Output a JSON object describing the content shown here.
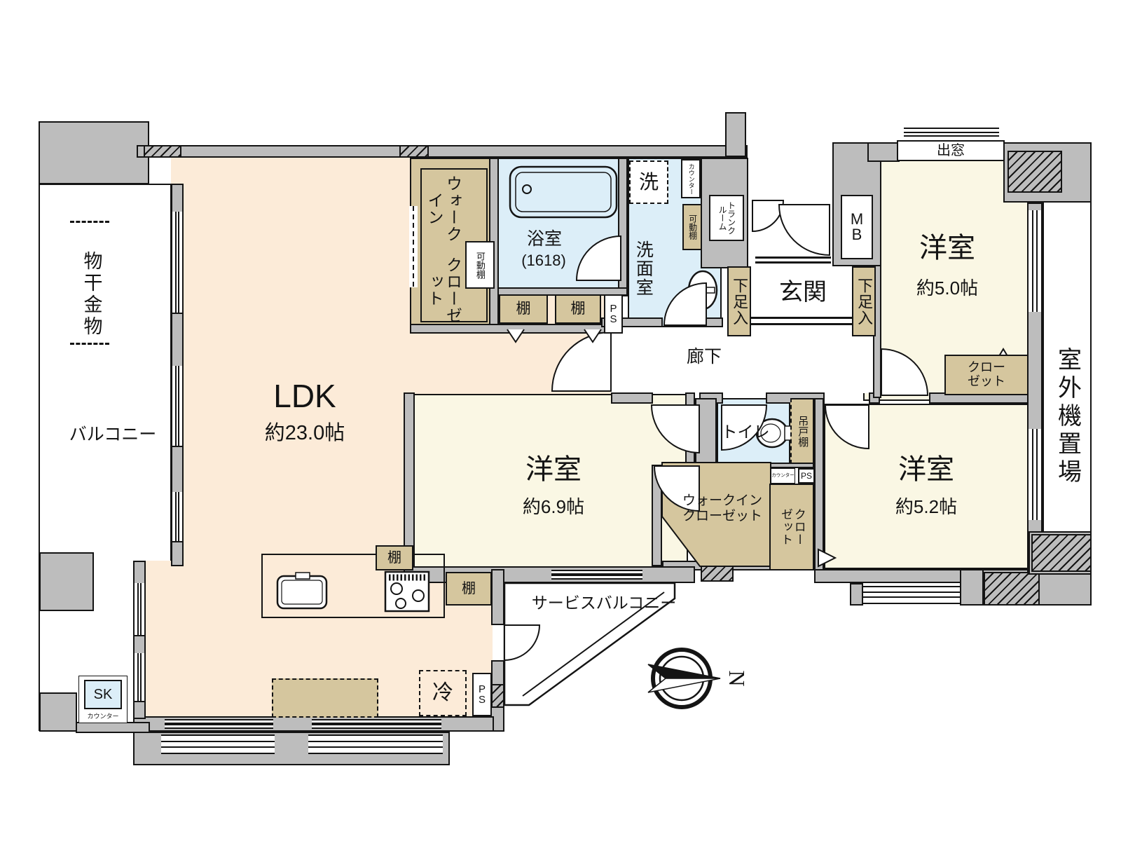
{
  "rooms": {
    "ldk": {
      "name": "LDK",
      "area": "約23.0帖"
    },
    "bedroom_north": {
      "name": "洋室",
      "area": "約5.0帖"
    },
    "bedroom_center": {
      "name": "洋室",
      "area": "約6.9帖"
    },
    "bedroom_east": {
      "name": "洋室",
      "area": "約5.2帖"
    },
    "bath": {
      "name": "浴室",
      "size": "(1618)"
    },
    "washroom": "洗面室",
    "toilet": "トイレ",
    "hallway": "廊下",
    "entrance": "玄関",
    "balcony": "バルコニー",
    "service_balcony": "サービスバルコニー",
    "outdoor_unit_area": "室外機置場",
    "bay_window": "出窓",
    "laundry_fitting": "物干金物",
    "trunk_room_line1": "トランク",
    "trunk_room_line2": "ルーム"
  },
  "storage": {
    "walk_in_closet_line1": "ウォークイン",
    "walk_in_closet_line2": "クローゼット",
    "closet_line1": "クロー",
    "closet_line2": "ゼット",
    "shelf": "棚",
    "movable_shelf": "可動棚",
    "hanging_cupboard": "吊戸棚",
    "shoe_cabinet": "下足入",
    "counter": "カウンター"
  },
  "equipment": {
    "washing_machine": "洗",
    "refrigerator": "冷",
    "pipe_space": "PS",
    "meter_box": "MB",
    "slop_sink": "SK"
  },
  "compass": {
    "north": "N"
  },
  "colors": {
    "wall": "#bdbdbd",
    "ldk": "#fcebd8",
    "bedroom": "#faf7e4",
    "wet_area": "#dceef8",
    "storage": "#d5c69e",
    "line": "#141414"
  }
}
